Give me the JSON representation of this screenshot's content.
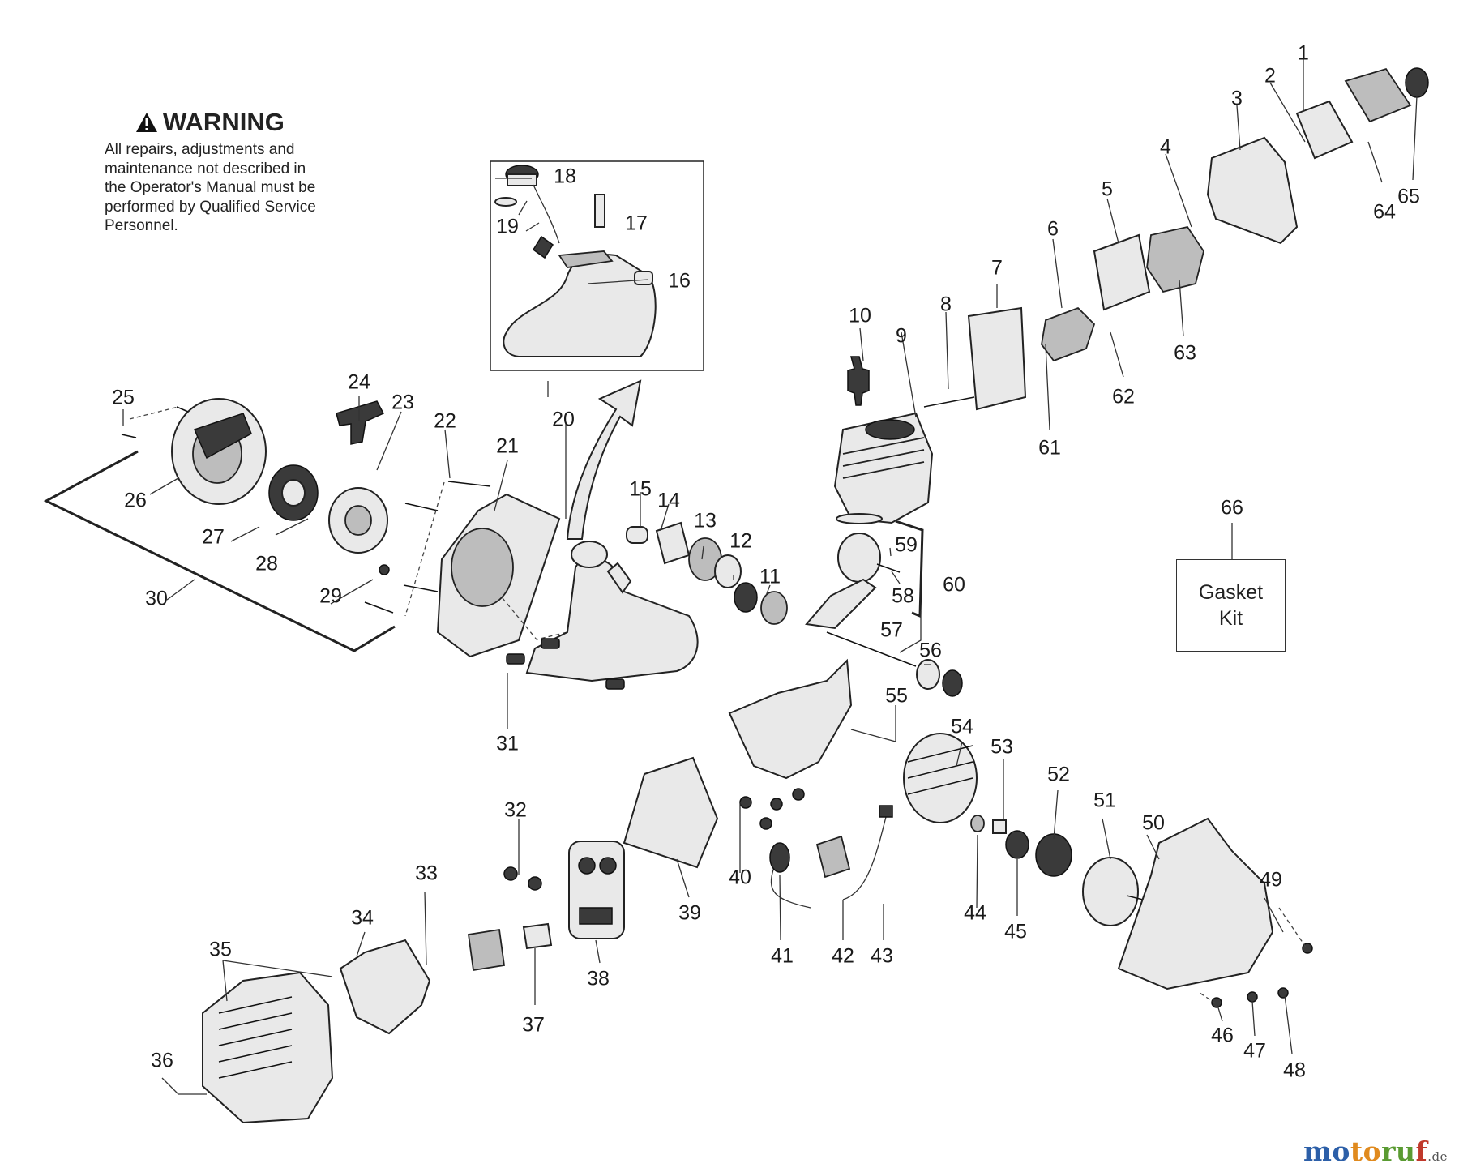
{
  "warning": {
    "title": "WARNING",
    "text": "All repairs, adjustments and\nmaintenance not described in\nthe Operator's Manual must be\nperformed by Qualified Service\nPersonnel."
  },
  "gasket_kit": {
    "label": "Gasket\nKit"
  },
  "watermark": {
    "part1": "mo",
    "part2": "to",
    "part3": "ru",
    "part4": "f",
    "suffix": ".de"
  },
  "part_numbers": [
    "1",
    "2",
    "3",
    "4",
    "5",
    "6",
    "7",
    "8",
    "9",
    "10",
    "11",
    "12",
    "13",
    "14",
    "15",
    "16",
    "17",
    "18",
    "19",
    "20",
    "21",
    "22",
    "23",
    "24",
    "25",
    "26",
    "27",
    "28",
    "29",
    "30",
    "31",
    "32",
    "33",
    "34",
    "35",
    "36",
    "37",
    "38",
    "39",
    "40",
    "41",
    "42",
    "43",
    "44",
    "45",
    "46",
    "47",
    "48",
    "49",
    "50",
    "51",
    "52",
    "53",
    "54",
    "55",
    "56",
    "57",
    "58",
    "59",
    "60",
    "61",
    "62",
    "63",
    "64",
    "65",
    "66"
  ]
}
